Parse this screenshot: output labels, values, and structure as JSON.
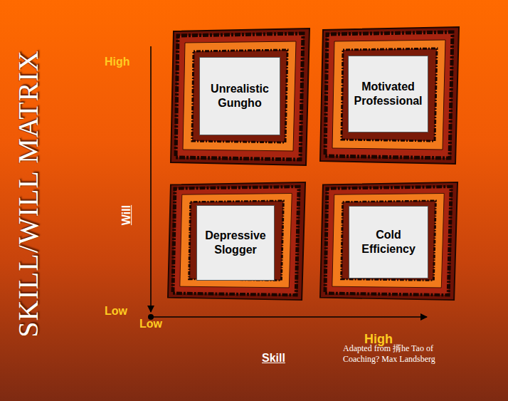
{
  "diagram": {
    "title": "SKILL/WILL MATRIX",
    "caption": "Adapted from 揟he Tao of Coaching? Max Landsberg",
    "nodes": [
      {
        "text": [
          "Unrealistic Gungho"
        ]
      },
      {
        "text": [
          "Motivated Professional"
        ]
      },
      {
        "text": [
          "Depressive Slogger"
        ]
      },
      {
        "text": [
          "Cold Efficiency"
        ]
      }
    ],
    "labels": [
      "High",
      "Will",
      "Low",
      "Low",
      "High",
      "Skill"
    ]
  }
}
